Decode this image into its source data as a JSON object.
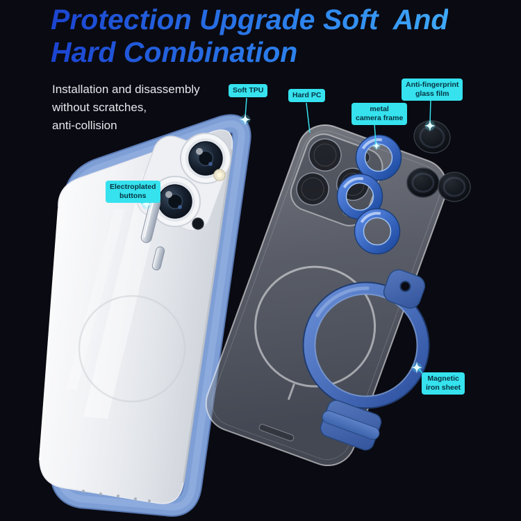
{
  "title": {
    "line1": "Protection Upgrade Soft  And",
    "line2": "Hard Combination"
  },
  "description": {
    "line1": "Installation and disassembly",
    "line2": "without scratches,",
    "line3": "anti-collision"
  },
  "callouts": {
    "soft_tpu": {
      "line1": "Soft TPU"
    },
    "hard_pc": {
      "line1": "Hard PC"
    },
    "metal_camera_frame": {
      "line1": "metal",
      "line2": "camera frame"
    },
    "anti_fingerprint": {
      "line1": "Anti-fingerprint",
      "line2": "glass film"
    },
    "electroplated_buttons": {
      "line1": "Electroplated",
      "line2": "buttons"
    },
    "magnetic_iron_sheet": {
      "line1": "Magnetic",
      "line2": "iron sheet"
    }
  },
  "colors": {
    "background": "#0a0a12",
    "title_gradient_start": "#1b44d0",
    "title_gradient_end": "#3fa8f8",
    "callout_accent": "#35e2ee",
    "tpu_frame_blue": "#7e9fd6",
    "metal_camera_ring_blue": "#3a63b8",
    "magnet_ring_blue": "#44699f",
    "phone_body": "#eef0f4"
  }
}
